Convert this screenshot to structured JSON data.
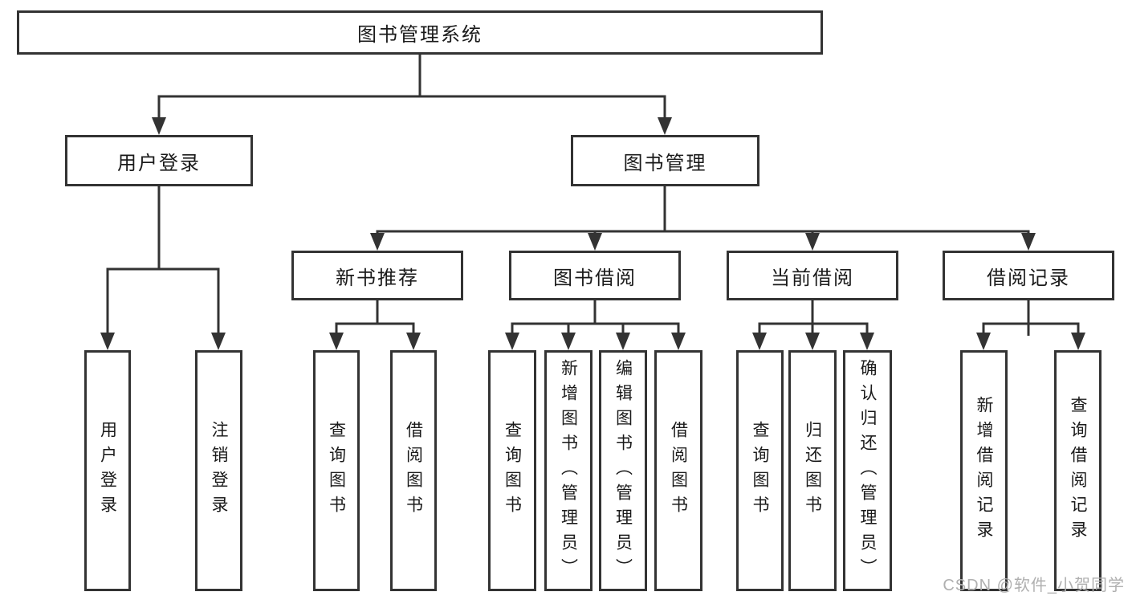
{
  "diagram": {
    "root": {
      "label": "图书管理系统"
    },
    "level2": [
      {
        "id": "user-login",
        "label": "用户登录"
      },
      {
        "id": "book-management",
        "label": "图书管理"
      }
    ],
    "level3": [
      {
        "id": "new-book-recommend",
        "label": "新书推荐"
      },
      {
        "id": "book-borrow",
        "label": "图书借阅"
      },
      {
        "id": "current-borrow",
        "label": "当前借阅"
      },
      {
        "id": "borrow-records",
        "label": "借阅记录"
      }
    ],
    "leaves": {
      "login": [
        {
          "label": "用户登录"
        },
        {
          "label": "注销登录"
        }
      ],
      "recommend": [
        {
          "label": "查询图书"
        },
        {
          "label": "借阅图书"
        }
      ],
      "borrow": [
        {
          "label": "查询图书"
        },
        {
          "label": "新增图书（管理员）"
        },
        {
          "label": "编辑图书（管理员）"
        },
        {
          "label": "借阅图书"
        }
      ],
      "current": [
        {
          "label": "查询图书"
        },
        {
          "label": "归还图书"
        },
        {
          "label": "确认归还（管理员）"
        }
      ],
      "records": [
        {
          "label": "新增借阅记录"
        },
        {
          "label": "查询借阅记录"
        }
      ]
    }
  },
  "watermark": {
    "text": "CSDN @软件_小贺同学"
  },
  "colors": {
    "line": "#333333",
    "box_border": "#333333",
    "text": "#1a1a1a",
    "background": "#ffffff",
    "watermark": "#b0b0b0"
  }
}
